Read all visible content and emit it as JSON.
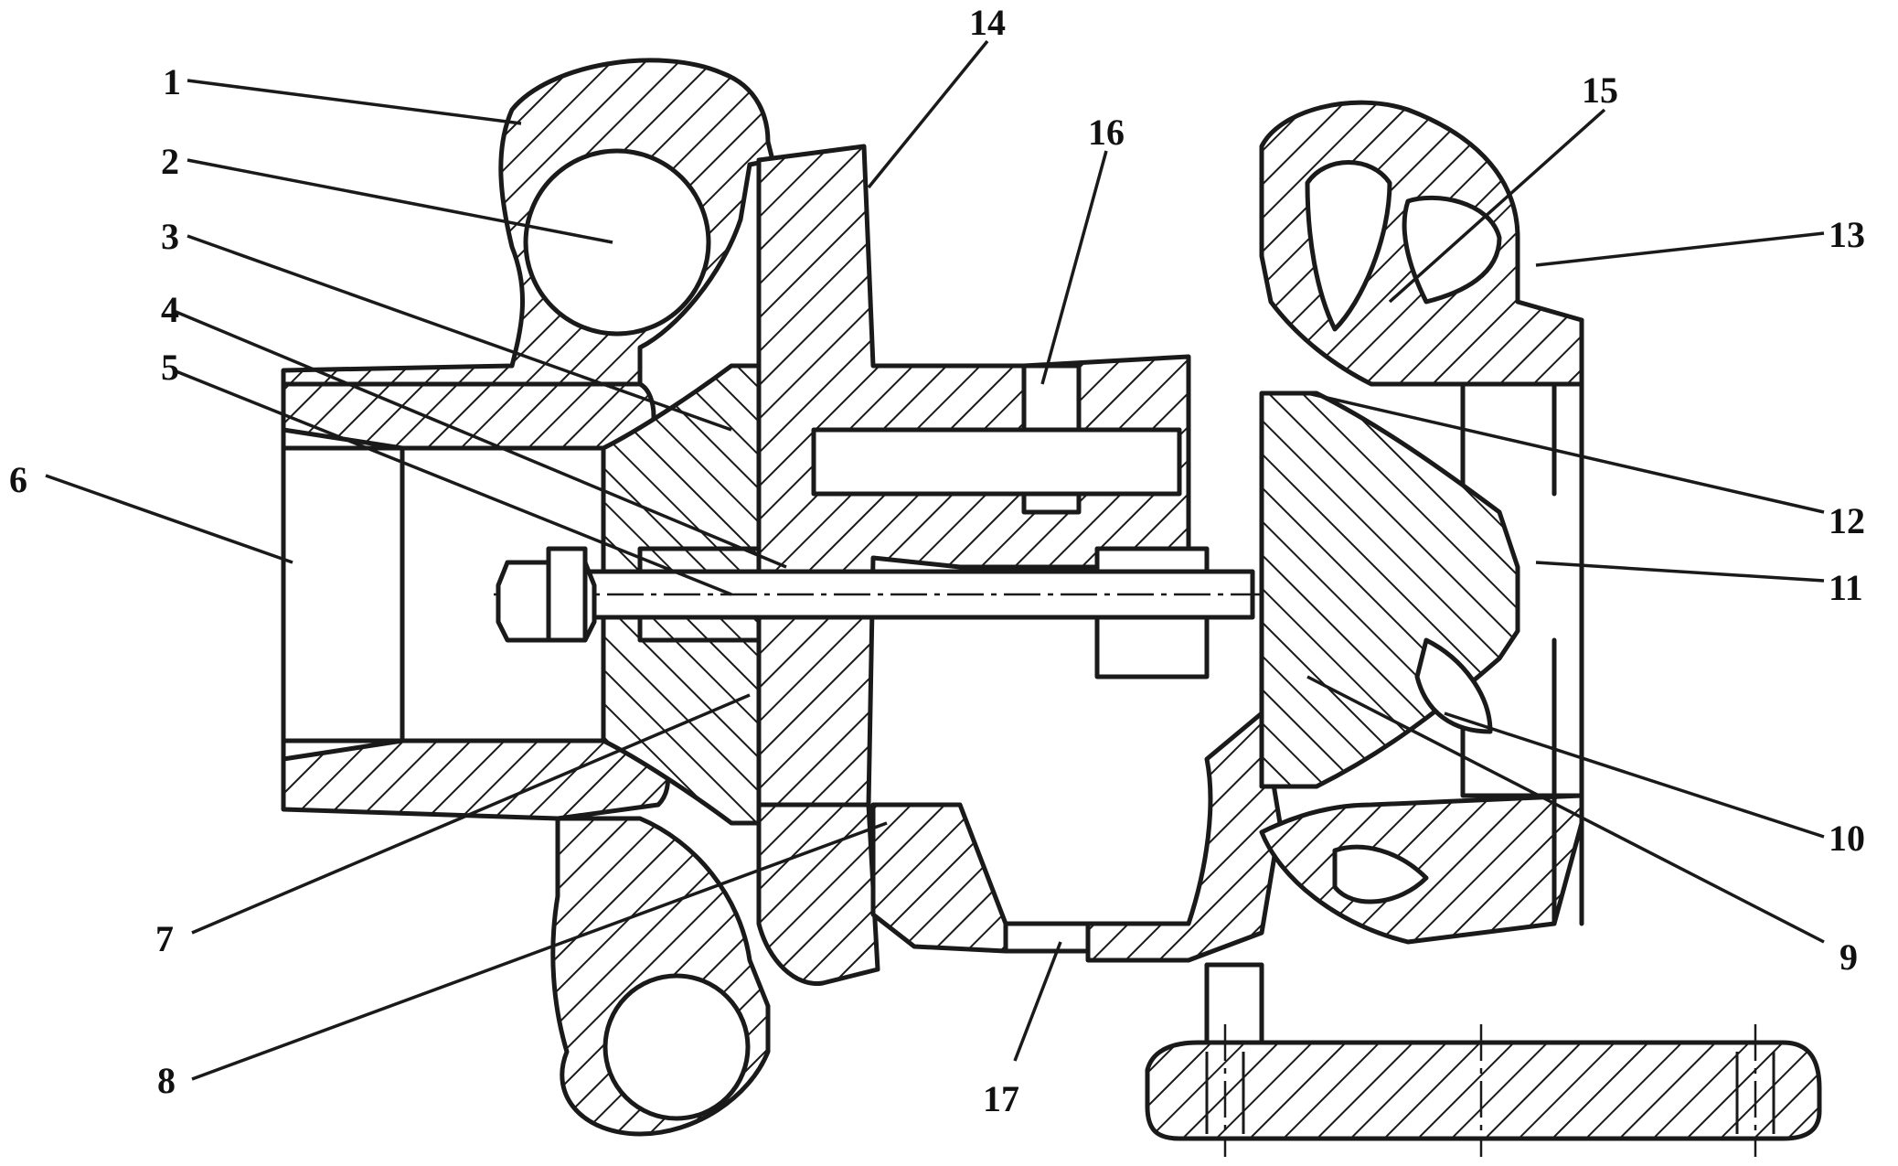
{
  "labels": {
    "l1": "1",
    "l2": "2",
    "l3": "3",
    "l4": "4",
    "l5": "5",
    "l6": "6",
    "l7": "7",
    "l8": "8",
    "l9": "9",
    "l10": "10",
    "l11": "11",
    "l12": "12",
    "l13": "13",
    "l14": "14",
    "l15": "15",
    "l16": "16",
    "l17": "17"
  },
  "colors": {
    "ink": "#1a1a1a",
    "background": "#ffffff"
  }
}
